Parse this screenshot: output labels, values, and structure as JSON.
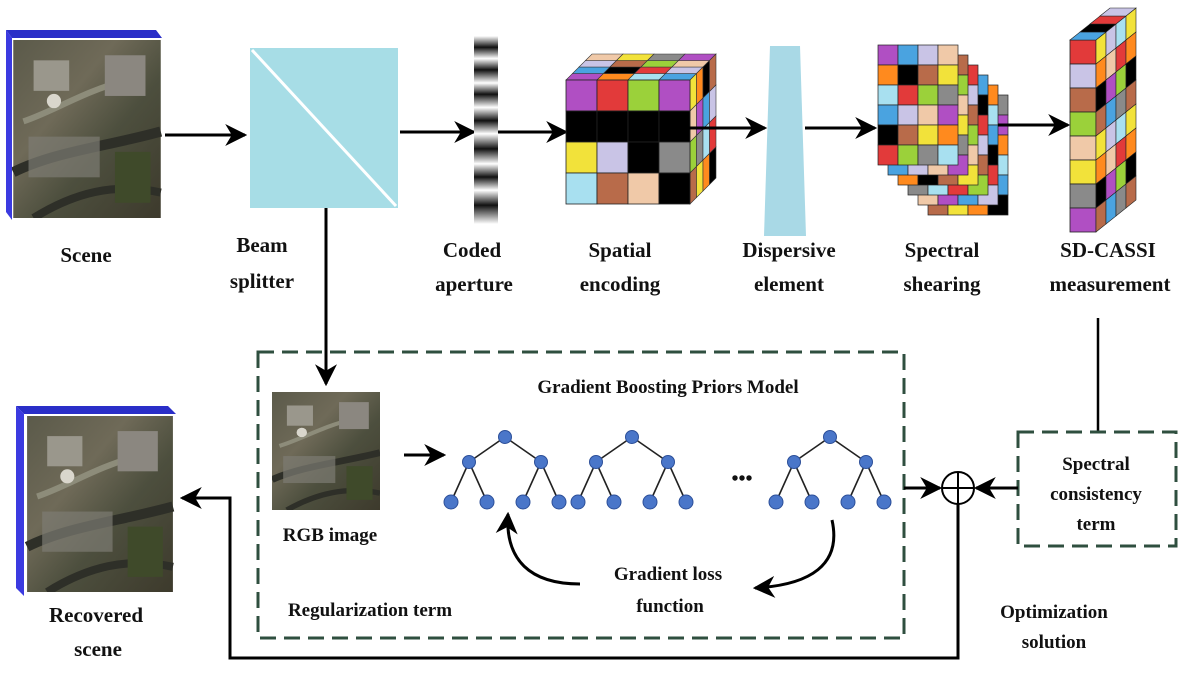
{
  "labels": {
    "scene": "Scene",
    "beam_splitter": [
      "Beam",
      "splitter"
    ],
    "coded_aperture": [
      "Coded",
      "aperture"
    ],
    "spatial_encoding": [
      "Spatial",
      "encoding"
    ],
    "dispersive_element": [
      "Dispersive",
      "element"
    ],
    "spectral_shearing": [
      "Spectral",
      "shearing"
    ],
    "sd_cassi": [
      "SD-CASSI",
      "measurement"
    ],
    "gbp_model": "Gradient Boosting Priors Model",
    "rgb_image": "RGB image",
    "gradient_loss": [
      "Gradient loss",
      "function"
    ],
    "regularization": "Regularization term",
    "spectral_consistency": [
      "Spectral",
      "consistency",
      "term"
    ],
    "optimization": [
      "Optimization",
      "solution"
    ],
    "recovered": [
      "Recovered",
      "scene"
    ],
    "ellipsis": "•••"
  },
  "colors": {
    "beam_splitter": "#a7dde6",
    "dispersive": "#a9d9e6",
    "tree_node": "#4a76c9",
    "dashed_box": "#2f4f3f",
    "cube_palette": [
      "#b04fc3",
      "#e23a3a",
      "#f2e23a",
      "#4aa3e0",
      "#9bd13a",
      "#ff8a1e",
      "#c9c4e6",
      "#8a8a8a",
      "#000000",
      "#f0c9a8",
      "#a8e0f0",
      "#b86b4a"
    ]
  },
  "icons": [
    "scene-image",
    "coded-aperture-strip",
    "hyperspectral-cube",
    "sheared-cube",
    "measurement-column",
    "binary-tree",
    "summation-icon"
  ]
}
